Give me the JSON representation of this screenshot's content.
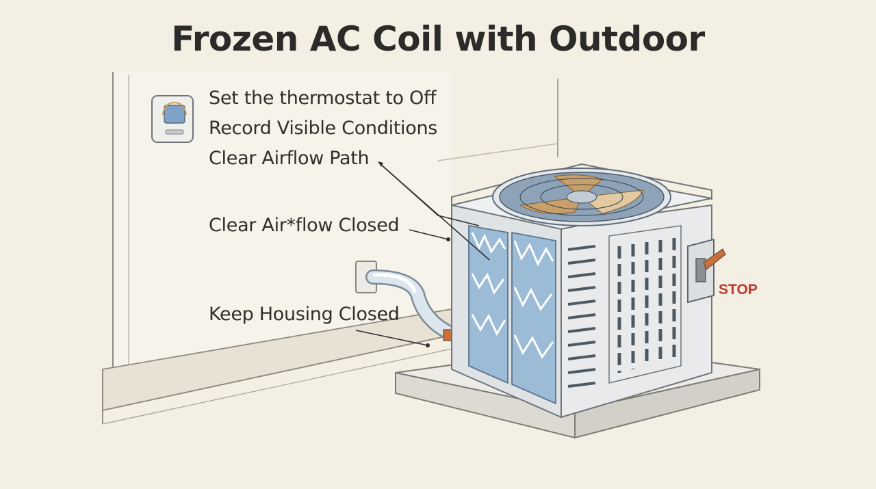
{
  "title": "Frozen AC Coil with Outdoor",
  "labels": {
    "thermostat_off": "Set the thermostat to Off",
    "record_conditions": "Record Visible Conditions",
    "clear_airflow_path": "Clear Airflow Path",
    "clear_airflow_closed": "Clear Air*flow Closed",
    "keep_housing_closed": "Keep Housing Closed"
  },
  "stop_label": "STOP",
  "icons": [
    "thermostat-icon",
    "condenser-fan-icon",
    "disconnect-switch-icon",
    "refrigerant-line-icon",
    "wall-outlet-icon"
  ],
  "colors": {
    "background": "#f3efe3",
    "ice": "#8fb3d4",
    "fan_blade": "#c9a06a",
    "stop_red": "#c0392b",
    "switch_handle": "#c8703a"
  }
}
